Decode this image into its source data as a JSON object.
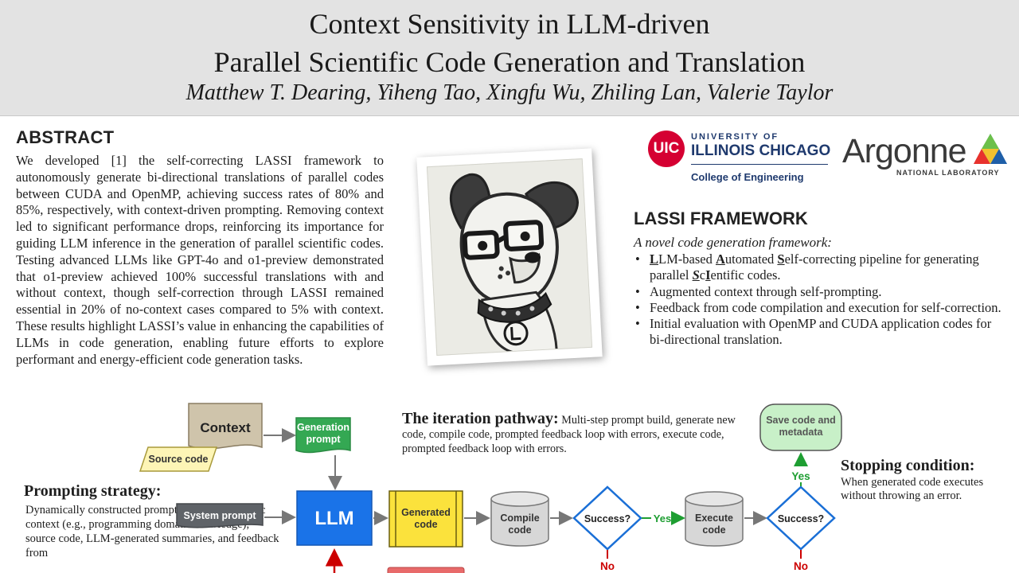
{
  "header": {
    "title_line1": "Context Sensitivity in LLM-driven",
    "title_line2": "Parallel Scientific Code Generation and Translation",
    "authors": "Matthew T. Dearing, Yiheng Tao, Xingfu Wu, Zhiling Lan, Valerie Taylor"
  },
  "abstract": {
    "heading": "ABSTRACT",
    "body": "We developed [1] the self-correcting LASSI framework to autonomously generate bi-directional translations of parallel codes between CUDA and OpenMP, achieving success rates of 80% and 85%, respectively, with context-driven prompting. Removing context led to significant performance drops, reinforcing its importance for guiding LLM inference in the generation of parallel scientific codes. Testing advanced LLMs like GPT-4o and o1-preview demonstrated that o1-preview achieved 100% successful translations with and without context, though self-correction through LASSI remained essential in 20% of no-context cases compared to 5% with context. These results highlight LASSI’s value in enhancing the capabilities of LLMs in code generation, enabling future efforts to explore performant and energy-efficient code generation tasks."
  },
  "logos": {
    "uic_mark": "UIC",
    "uic_university": "UNIVERSITY OF",
    "uic_name": "ILLINOIS CHICAGO",
    "uic_college": "College of Engineering",
    "argonne_word": "Argonne",
    "argonne_sub": "NATIONAL LABORATORY"
  },
  "lassi": {
    "heading": "LASSI FRAMEWORK",
    "intro": "A novel code generation framework:",
    "item1": {
      "L": "L",
      "t1": "LM-based ",
      "A": "A",
      "t2": "utomated ",
      "S": "S",
      "t3": "elf-correcting pipeline for generating parallel ",
      "S2": "S",
      "t4": "c",
      "I": "I",
      "t5": "entific codes."
    },
    "item2": "Augmented context through self-prompting.",
    "item3": "Feedback from code compilation and execution for self-correction.",
    "item4": "Initial evaluation with OpenMP and CUDA application codes for bi-directional translation."
  },
  "iteration": {
    "lead": "The iteration pathway:",
    "body": " Multi-step prompt build, generate new code, compile code, prompted feedback loop with errors, execute code, prompted feedback loop with errors."
  },
  "stopping": {
    "heading": "Stopping condition:",
    "body": "When generated code executes without throwing an error."
  },
  "prompting": {
    "heading": "Prompting strategy:",
    "body": "Dynamically constructed prompt stacked with static context (e.g., programming domain  knowledge), source code, LLM-generated summaries, and feedback from"
  },
  "diagram": {
    "context": "Context",
    "source_code": "Source code",
    "generation_prompt_1": "Generation",
    "generation_prompt_2": "prompt",
    "system_prompt": "System prompt",
    "llm": "LLM",
    "generated_code_1": "Generated",
    "generated_code_2": "code",
    "compile_code_1": "Compile",
    "compile_code_2": "code",
    "success_1": "Success?",
    "yes_1": "Yes",
    "execute_code_1": "Execute",
    "execute_code_2": "code",
    "success_2": "Success?",
    "yes_2": "Yes",
    "save_1": "Save code and",
    "save_2": "metadata",
    "no_1": "No",
    "no_2": "No"
  },
  "colors": {
    "header_bg": "#e3e3e3",
    "llm_blue": "#1a73e8",
    "generation_green": "#34a853",
    "generated_yellow": "#fbe23c",
    "save_green": "#c8f0c8",
    "diamond_blue": "#1a6fd6",
    "context_tan": "#cfc4ab",
    "source_yellow": "#fdf5b6",
    "cylinder_grey": "#d7d7d7",
    "no_red": "#cc0000",
    "yes_green": "#1e9e32"
  }
}
